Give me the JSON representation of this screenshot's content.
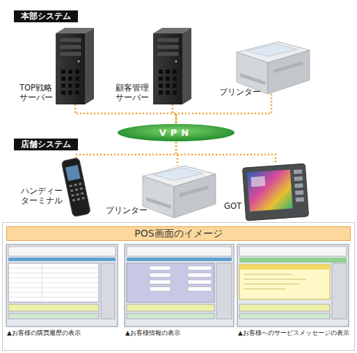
{
  "diagram": {
    "nodes": [
      {
        "text": [
          "本部システム"
        ]
      },
      {
        "text": [
          "TOP戦略 サーバー"
        ]
      },
      {
        "text": [
          "顧客管理 サーバー"
        ]
      },
      {
        "text": [
          "プリンター"
        ]
      },
      {
        "text": [
          "VPN"
        ]
      },
      {
        "text": [
          "店舗システム"
        ]
      },
      {
        "text": [
          "ハンディー ターミナル"
        ]
      },
      {
        "text": [
          "プリンター"
        ]
      },
      {
        "text": [
          "GOT"
        ]
      },
      {
        "text": [
          "POS画面のイメージ"
        ]
      },
      {
        "text": [
          "▲お客様の購買履歴の表示"
        ],
        "in": 9
      },
      {
        "text": [
          "▲お客様情報の表示"
        ],
        "in": 9
      },
      {
        "text": [
          "▲お客様へのサービスメッセージの表示"
        ],
        "in": 9
      }
    ],
    "edges": [
      {
        "from": 1,
        "to": 4,
        "arrow": "none"
      },
      {
        "from": 2,
        "to": 4,
        "arrow": "none"
      },
      {
        "from": 3,
        "to": 4,
        "arrow": "none"
      },
      {
        "from": 4,
        "to": 6,
        "arrow": "none"
      },
      {
        "from": 4,
        "to": 7,
        "arrow": "none"
      },
      {
        "from": 4,
        "to": 8,
        "arrow": "none"
      }
    ]
  }
}
